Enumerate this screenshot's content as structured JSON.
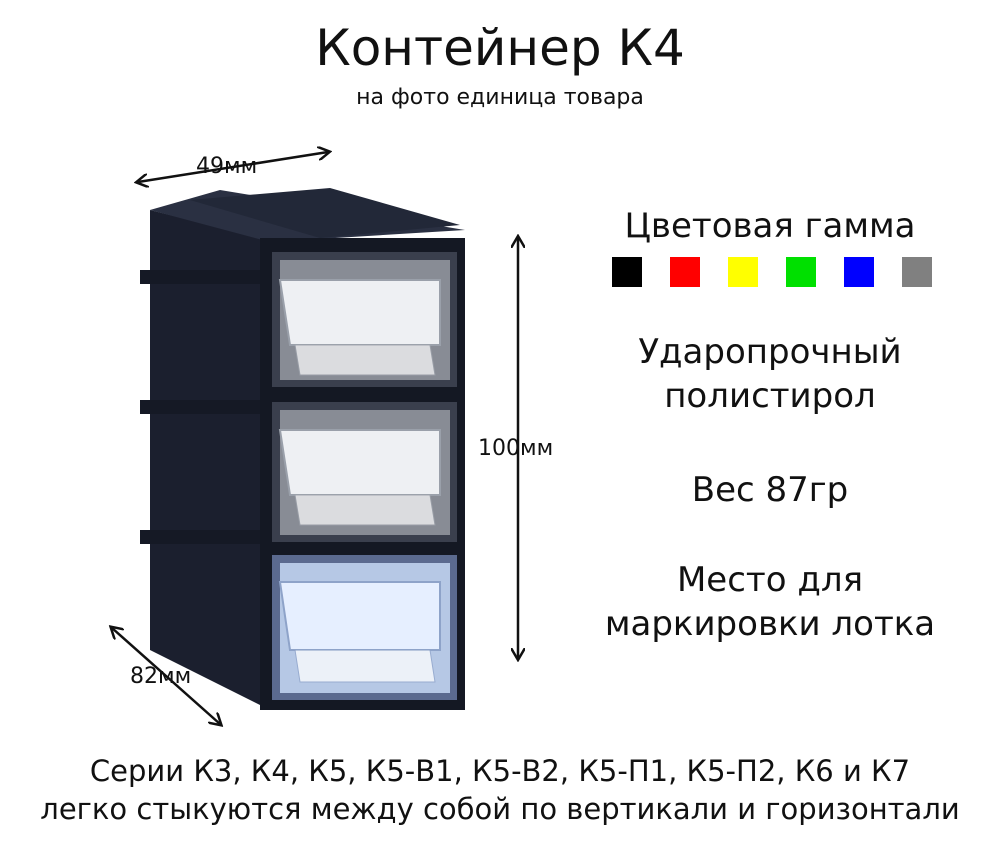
{
  "title": "Контейнер К4",
  "subtitle": "на фото единица товара",
  "dimensions": {
    "width": "49мм",
    "height": "100мм",
    "depth": "82мм"
  },
  "colors": {
    "heading": "Цветовая гамма",
    "swatches": [
      "#000000",
      "#ff0000",
      "#ffff00",
      "#00e000",
      "#0000ff",
      "#808080"
    ]
  },
  "features": {
    "material_line1": "Ударопрочный",
    "material_line2": "полистирол",
    "weight": "Вес 87гр",
    "label_line1": "Место для",
    "label_line2": "маркировки лотка"
  },
  "footer": {
    "line1": "Серии К3, К4, К5, К5-В1, К5-В2, К5-П1, К5-П2, К6 и К7",
    "line2": "легко стыкуются между собой по вертикали и горизонтали"
  }
}
